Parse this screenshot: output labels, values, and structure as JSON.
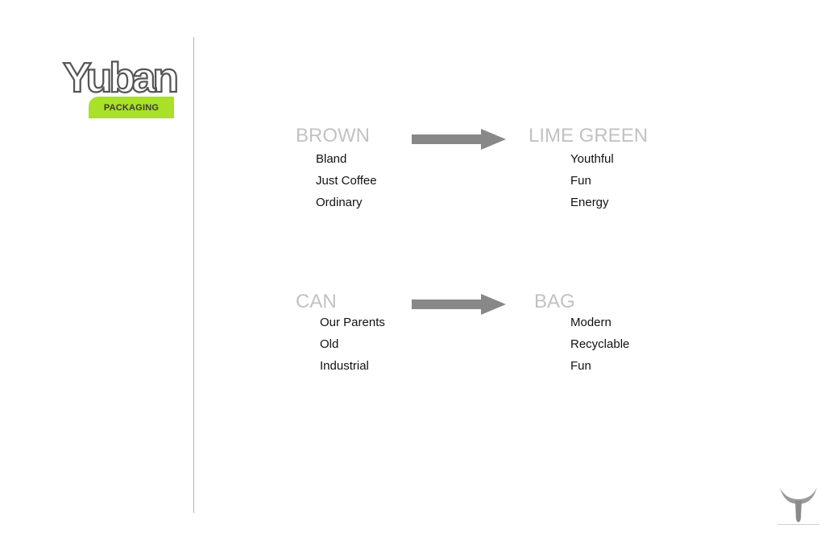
{
  "brand": {
    "logo_text": "Yuban",
    "section_label": "PACKAGING"
  },
  "colors": {
    "accent": "#a8e02a",
    "heading_gray": "#c2c2c2",
    "arrow_gray": "#888888",
    "divider_gray": "#b5b5b5"
  },
  "comparisons": [
    {
      "from": {
        "title": "BROWN",
        "items": [
          "Bland",
          "Just Coffee",
          "Ordinary"
        ]
      },
      "to": {
        "title": "LIME GREEN",
        "items": [
          "Youthful",
          "Fun",
          "Energy"
        ]
      }
    },
    {
      "from": {
        "title": "CAN",
        "items": [
          "Our Parents",
          "Old",
          "Industrial"
        ]
      },
      "to": {
        "title": "BAG",
        "items": [
          "Modern",
          "Recyclable",
          "Fun"
        ]
      }
    }
  ],
  "icons": [
    "right-arrow-icon",
    "corner-logo-icon"
  ]
}
